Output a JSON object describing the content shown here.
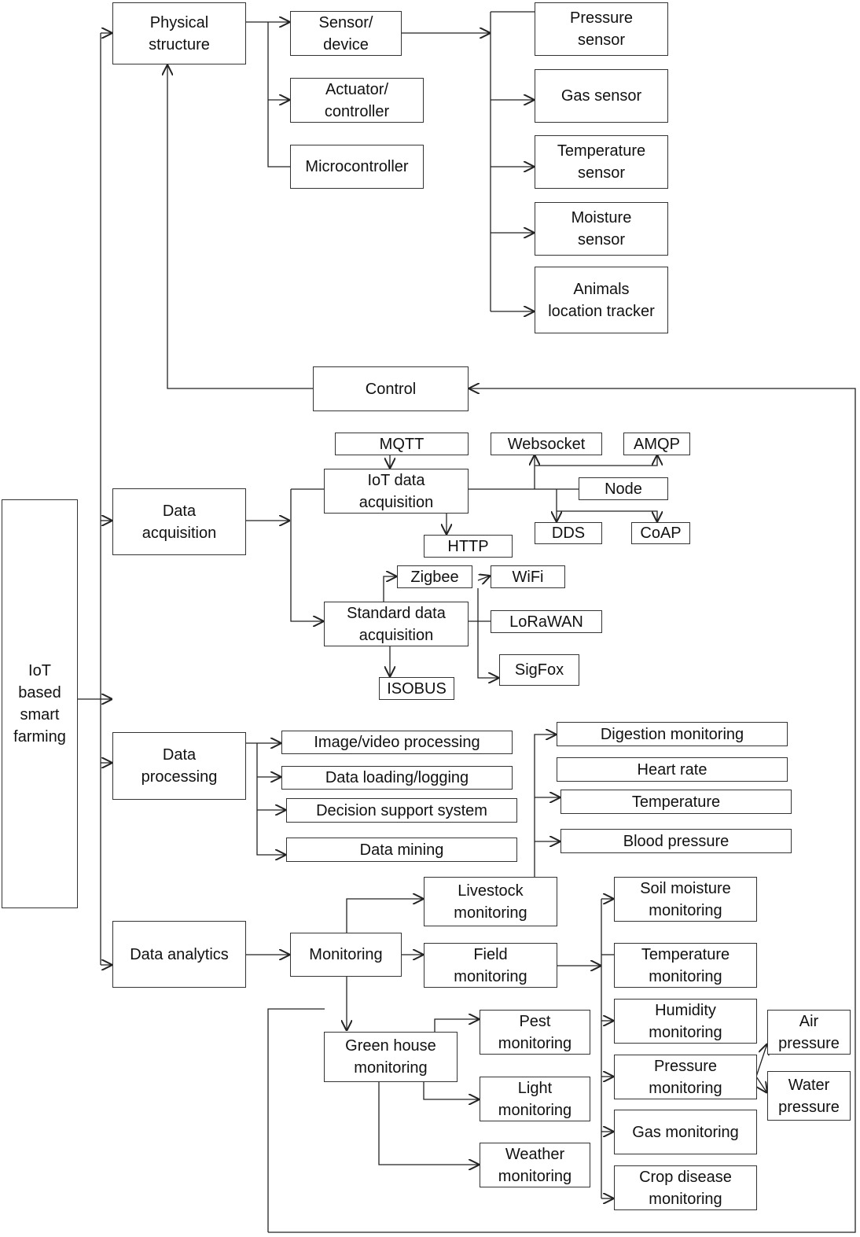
{
  "diagram": {
    "root": "IoT\nbased\nsmart\nfarming",
    "physical": {
      "title": "Physical\nstructure",
      "sensor_device": "Sensor/\ndevice",
      "actuator": "Actuator/\ncontroller",
      "microcontroller": "Microcontroller",
      "sensors": {
        "pressure": "Pressure\nsensor",
        "gas": "Gas sensor",
        "temperature": "Temperature\nsensor",
        "moisture": "Moisture\nsensor",
        "animals": "Animals\nlocation tracker"
      }
    },
    "control": "Control",
    "acquisition": {
      "title": "Data\nacquisition",
      "iot": "IoT data\nacquisition",
      "mqtt": "MQTT",
      "http": "HTTP",
      "websocket": "Websocket",
      "amqp": "AMQP",
      "node": "Node",
      "dds": "DDS",
      "coap": "CoAP",
      "standard": "Standard data\nacquisition",
      "zigbee": "Zigbee",
      "wifi": "WiFi",
      "lorawan": "LoRaWAN",
      "sigfox": "SigFox",
      "isobus": "ISOBUS"
    },
    "processing": {
      "title": "Data\nprocessing",
      "image": "Image/video processing",
      "loading": "Data loading/logging",
      "decision": "Decision support system",
      "mining": "Data mining"
    },
    "analytics": {
      "title": "Data analytics",
      "monitoring": "Monitoring",
      "livestock": "Livestock\nmonitoring",
      "digestion": "Digestion monitoring",
      "heart": "Heart rate",
      "temperature": "Temperature",
      "blood": "Blood pressure",
      "field": "Field\nmonitoring",
      "soil": "Soil moisture\nmonitoring",
      "temp_mon": "Temperature\nmonitoring",
      "humidity": "Humidity\nmonitoring",
      "pressure_mon": "Pressure\nmonitoring",
      "air": "Air\npressure",
      "water": "Water\npressure",
      "gas_mon": "Gas monitoring",
      "crop": "Crop disease\nmonitoring",
      "greenhouse": "Green house\nmonitoring",
      "pest": "Pest\nmonitoring",
      "light": "Light\nmonitoring",
      "weather": "Weather\nmonitoring"
    }
  }
}
